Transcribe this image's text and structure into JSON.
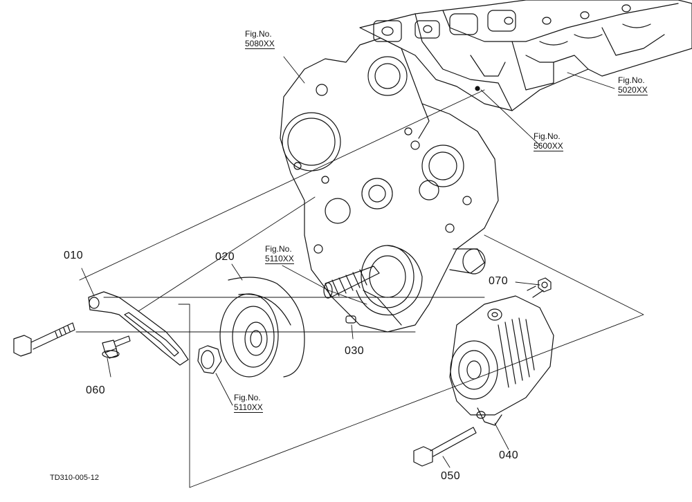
{
  "diagram": {
    "code": "TD310-005-12",
    "parts": [
      {
        "id": "p010",
        "label": "010"
      },
      {
        "id": "p020",
        "label": "020"
      },
      {
        "id": "p030",
        "label": "030"
      },
      {
        "id": "p040",
        "label": "040"
      },
      {
        "id": "p050",
        "label": "050"
      },
      {
        "id": "p060",
        "label": "060"
      },
      {
        "id": "p070",
        "label": "070"
      }
    ],
    "figure_refs": [
      {
        "prefix": "Fig.No.",
        "number": "5080XX"
      },
      {
        "prefix": "Fig.No.",
        "number": "5020XX"
      },
      {
        "prefix": "Fig.No.",
        "number": "5600XX"
      },
      {
        "prefix": "Fig.No.",
        "number": "5110XX"
      },
      {
        "prefix": "Fig.No.",
        "number": "5110XX"
      }
    ]
  }
}
